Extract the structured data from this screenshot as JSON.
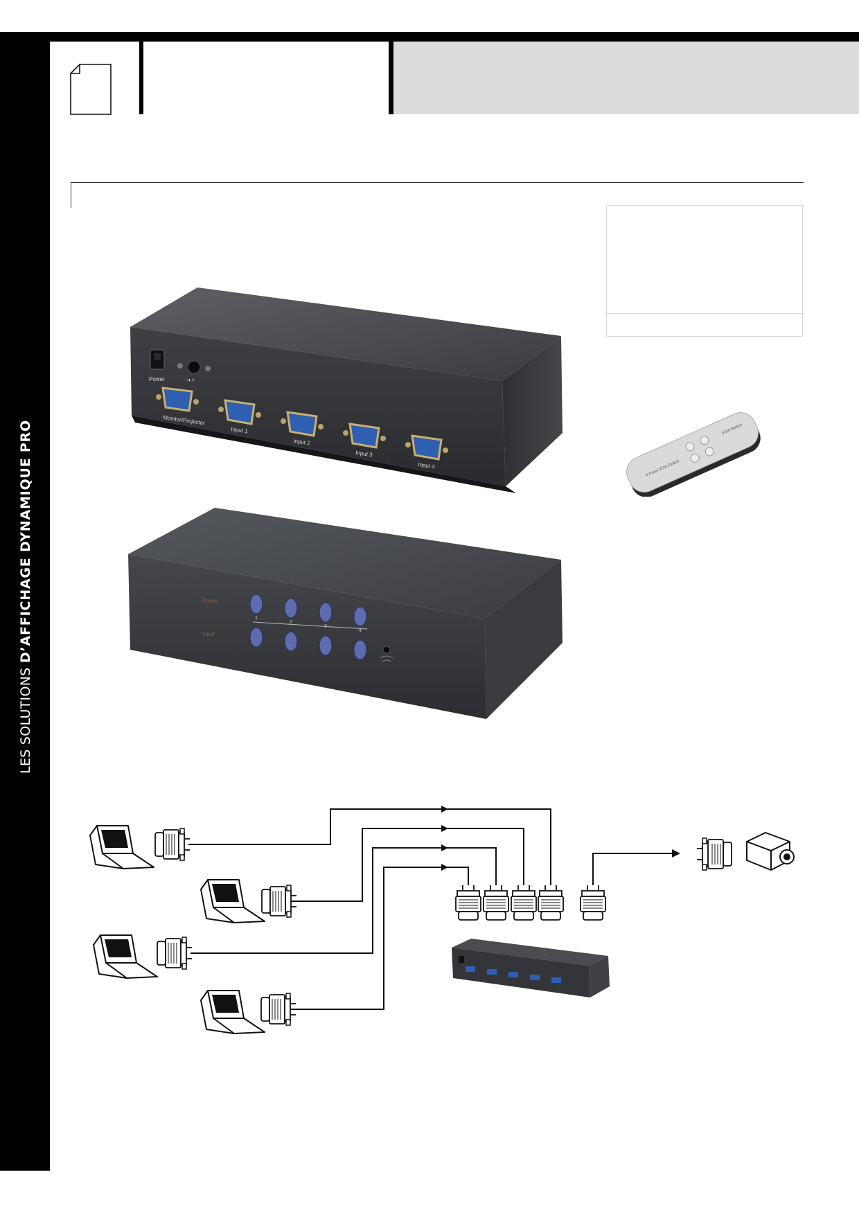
{
  "sidebar": {
    "title_light": "LES SOLUTIONS",
    "title_bold": "D’AFFICHAGE DYNAMIQUE PRO"
  },
  "header": {
    "page_icon": "document-page-icon",
    "accent_color": "#dcdcdc"
  },
  "product_back": {
    "power_label": "Power",
    "power_symbol": "−◐+",
    "ports": [
      "Monitor/Projector",
      "Input 1",
      "Input 2",
      "Input 3",
      "Input 4"
    ]
  },
  "product_front": {
    "led_label_top": "Power",
    "led_label_bottom": "Input",
    "button_numbers": [
      "1",
      "2",
      "3",
      "4"
    ],
    "ir_icon": "infrared-receiver-icon"
  },
  "remote": {
    "brand_text": "VGA Switch",
    "model_text": "4 Ports VGA Switch"
  },
  "diagram": {
    "laptops": 4,
    "inputs": 4,
    "output_device": "projector-icon"
  }
}
